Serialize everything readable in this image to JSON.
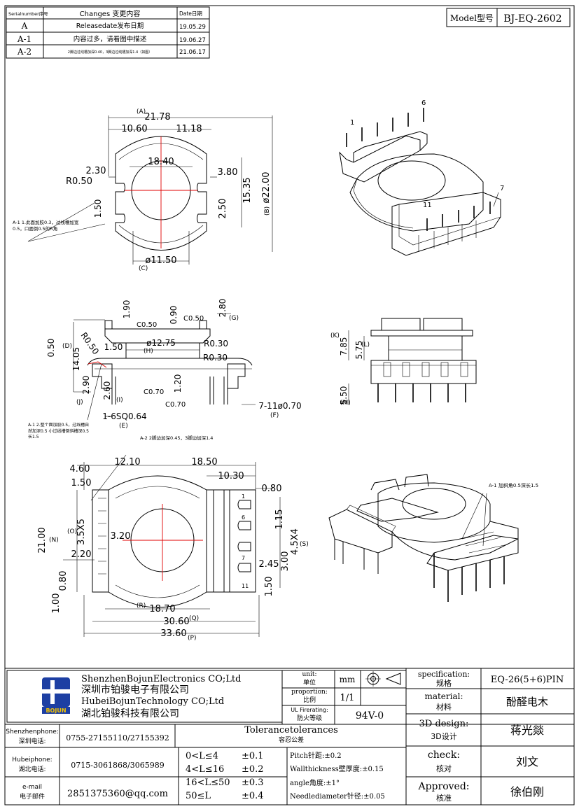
{
  "revision_table": {
    "headers": [
      "Serialnumber序号",
      "Changes 变更内容",
      "Date日期"
    ],
    "rows": [
      {
        "serial": "A",
        "change": "Releasedate发布日期",
        "date": "19.05.29"
      },
      {
        "serial": "A-1",
        "change": "内容过多，请看图中描述",
        "date": "19.06.27"
      },
      {
        "serial": "A-2",
        "change": "2脚边过线槽加深0.40，3脚边过线槽加深1.4（如图）",
        "date": "21.06.17"
      }
    ]
  },
  "model": {
    "label": "Model型号",
    "value": "BJ-EQ-2602"
  },
  "top_view": {
    "dims": [
      "21.78",
      "10.60",
      "11.18",
      "18.40",
      "2.30",
      "R0.50",
      "3.80",
      "15.35",
      "ø22.00",
      "2.50",
      "1.50",
      "ø11.50"
    ],
    "refs": [
      "(A)",
      "(B)",
      "(C)"
    ],
    "note": "A-1 1.此面加胶0.3，过线槽加宽0.5，口面倒0.5的R角"
  },
  "iso_top": {
    "pins": [
      "1",
      "6",
      "7",
      "11"
    ]
  },
  "side_view": {
    "dims": [
      "1.90",
      "0.90",
      "2.80",
      "C0.50",
      "C0.50",
      "ø12.75",
      "R0.30",
      "0.50",
      "14.05",
      "R0.50",
      "1.50",
      "R0.30",
      "2.90",
      "2.60",
      "C0.70",
      "1.20",
      "C0.70",
      "1-6SQ0.64",
      "7-11ø0.70"
    ],
    "refs": [
      "(G)",
      "(H)",
      "(D)",
      "(J)",
      "(I)",
      "(E)",
      "(F)"
    ],
    "note": "A-1 2.整个面加胶0.5，过线槽自然加深0.5 小过线槽倒斜槽深0.5长1.5"
  },
  "front_view": {
    "dims": [
      "7.85",
      "5.75",
      "5.50"
    ],
    "refs": [
      "(K)",
      "(L)",
      "(M)"
    ]
  },
  "bottom_view": {
    "note": "A-2 2脚边加深0.45，3脚边加深1.4",
    "dims": [
      "12.10",
      "18.50",
      "4.60",
      "10.30",
      "1.50",
      "0.80",
      "3.5X5",
      "3.20",
      "21.00",
      "1.15",
      "4.5X4",
      "2.20",
      "2.45",
      "3.00",
      "0.80",
      "1.50",
      "1.00",
      "18.70",
      "30.60",
      "33.60"
    ],
    "refs": [
      "(O)",
      "(N)",
      "(S)",
      "(R)",
      "(Q)",
      "(P)"
    ],
    "pin_labels": [
      "1",
      "6",
      "7",
      "11"
    ]
  },
  "iso_bottom": {
    "note": "A-1 加斜角0.5深长1.5"
  },
  "title_block": {
    "company": {
      "en1": "ShenzhenBojunElectronics CO;Ltd",
      "cn1": "深圳市铂骏电子有限公司",
      "en2": "HubeiBojunTechnology CO;Ltd",
      "cn2": "湖北铂骏科技有限公司",
      "logo_text": "BOJUN"
    },
    "unit": {
      "label": "unit:",
      "label_cn": "单位",
      "value": "mm"
    },
    "proportion": {
      "label": "proportion:",
      "label_cn": "比例",
      "value": "1/1"
    },
    "fire": {
      "label": "UL Firerating:",
      "label_cn": "防火等级",
      "value": "94V-0"
    },
    "specification": {
      "label": "specification:",
      "label_cn": "规格",
      "value": "EQ-26(5+6)PIN"
    },
    "material": {
      "label": "material:",
      "label_cn": "材料",
      "value": "酚醛电木"
    },
    "design": {
      "label": "3D design:",
      "label_cn": "3D设计",
      "value": "蒋光燚"
    },
    "check": {
      "label": "check:",
      "label_cn": "核对",
      "value": "刘文"
    },
    "approved": {
      "label": "Approved:",
      "label_cn": "核准",
      "value": "徐伯刚"
    },
    "phones": [
      {
        "label": "Shenzhenphone:",
        "label_cn": "深圳电话:",
        "value": "0755-27155110/27155392"
      },
      {
        "label": "Hubeiphone:",
        "label_cn": "湖北电话:",
        "value": "0715-3061868/3065989"
      },
      {
        "label": "e-mail",
        "label_cn": "电子邮件",
        "value": "2851375360@qq.com"
      }
    ],
    "tolerances": {
      "title": "Tolerancetolerances",
      "title_cn": "容忍公差",
      "ranges": [
        {
          "range": "0<L≤4",
          "tol": "±0.1"
        },
        {
          "range": "4<L≤16",
          "tol": "±0.2"
        },
        {
          "range": "16<L≤50",
          "tol": "±0.3"
        },
        {
          "range": "50≤L",
          "tol": "±0.4"
        }
      ],
      "others": [
        "Pitch针距:±0.2",
        "Wallthickness壁厚度:±0.15",
        "angle角度:±1°",
        "Needlediameter针径:±0.05"
      ]
    }
  }
}
